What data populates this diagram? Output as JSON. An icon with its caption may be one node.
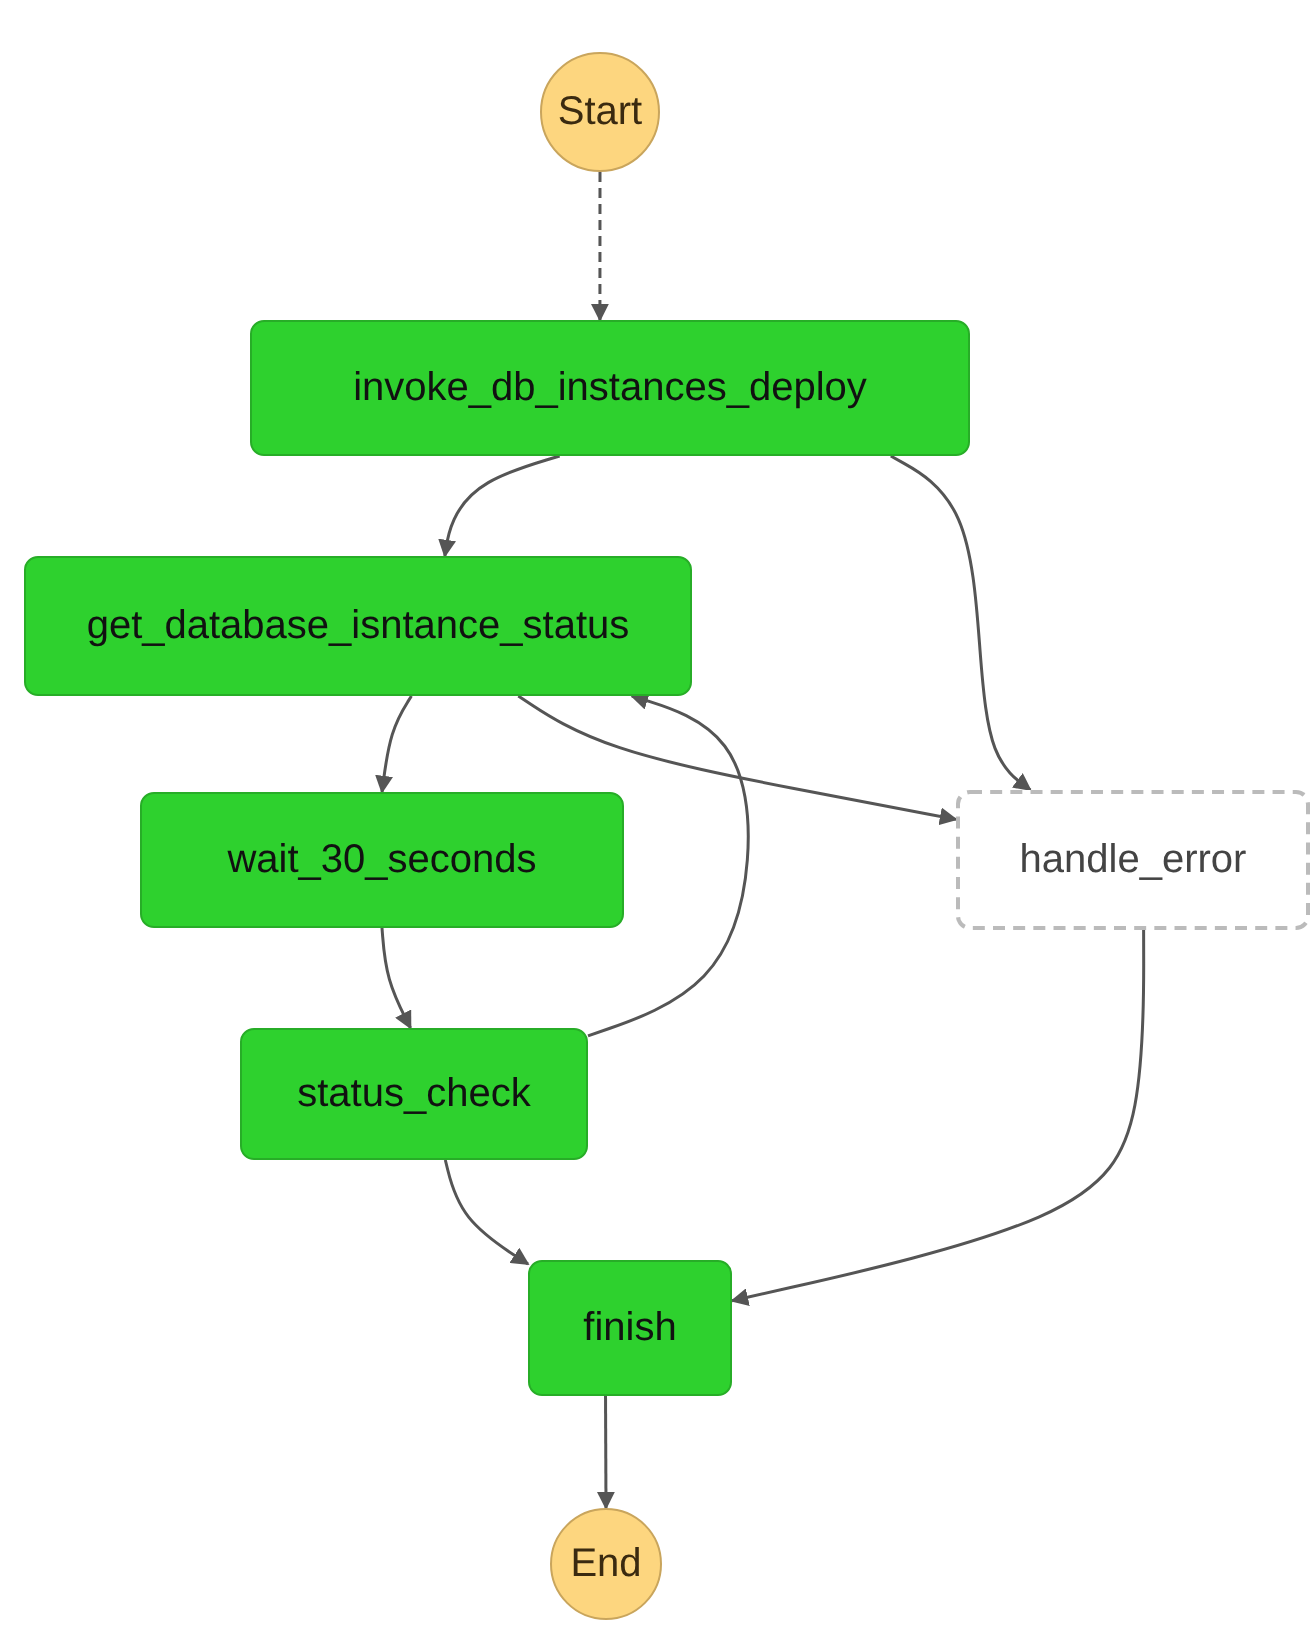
{
  "diagram": {
    "nodes": [
      {
        "text": [
          "Start"
        ]
      },
      {
        "text": [
          "invoke_db_instances_deploy"
        ]
      },
      {
        "text": [
          "get_database_isntance_status"
        ]
      },
      {
        "text": [
          "wait_30_seconds"
        ]
      },
      {
        "text": [
          "handle_error"
        ]
      },
      {
        "text": [
          "status_check"
        ]
      },
      {
        "text": [
          "finish"
        ]
      },
      {
        "text": [
          "End"
        ]
      }
    ],
    "edges": [
      {
        "from": 0,
        "to": 1,
        "arrow": "to",
        "style": "dashed"
      },
      {
        "from": 1,
        "to": 2,
        "arrow": "to"
      },
      {
        "from": 1,
        "to": 4,
        "arrow": "to"
      },
      {
        "from": 2,
        "to": 3,
        "arrow": "to"
      },
      {
        "from": 2,
        "to": 4,
        "arrow": "to"
      },
      {
        "from": 3,
        "to": 5,
        "arrow": "to"
      },
      {
        "from": 5,
        "to": 2,
        "arrow": "to"
      },
      {
        "from": 5,
        "to": 6,
        "arrow": "to"
      },
      {
        "from": 4,
        "to": 6,
        "arrow": "to"
      },
      {
        "from": 6,
        "to": 7,
        "arrow": "to"
      }
    ]
  }
}
